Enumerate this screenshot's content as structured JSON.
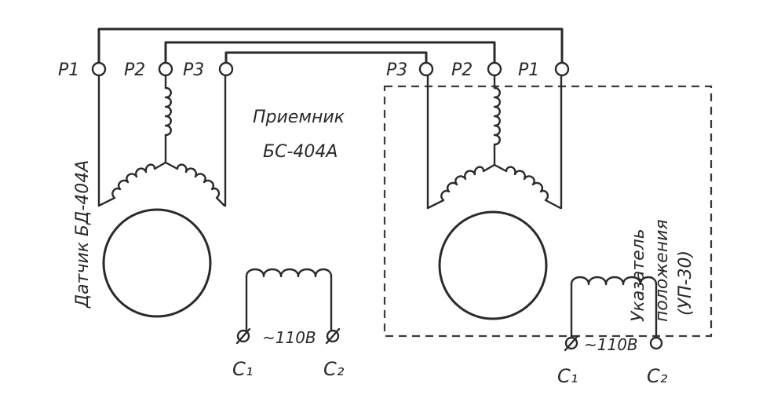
{
  "transmitter": {
    "caption": "Датчик БД-404А",
    "terminals": [
      "Р1",
      "Р2",
      "Р3"
    ],
    "supply": {
      "voltage": "~110В",
      "c1": "C₁",
      "c2": "C₂"
    }
  },
  "receiver": {
    "caption_line1": "Приемник",
    "caption_line2": "БС-404А",
    "terminals": [
      "Р3",
      "Р2",
      "Р1"
    ],
    "supply": {
      "voltage": "~110В",
      "c1": "C₁",
      "c2": "C₂"
    }
  },
  "indicator": {
    "caption_line1": "Указатель",
    "caption_line2": "положения",
    "caption_line3": "(УП-30)"
  }
}
